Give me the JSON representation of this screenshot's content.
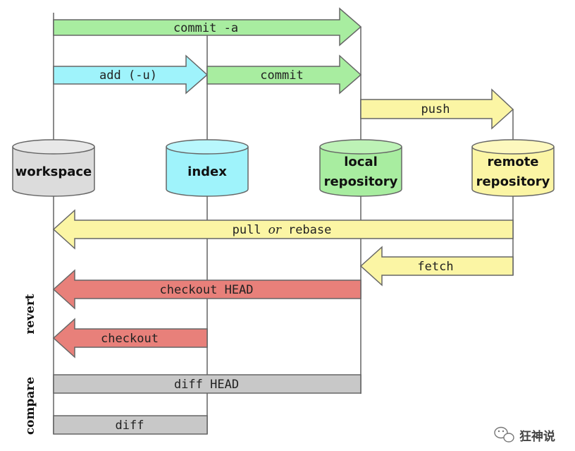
{
  "stores": {
    "workspace": "workspace",
    "index": "index",
    "local_line1": "local",
    "local_line2": "repository",
    "remote_line1": "remote",
    "remote_line2": "repository"
  },
  "arrows": {
    "commit_a": "commit -a",
    "add_u": "add (-u)",
    "commit": "commit",
    "push": "push",
    "pull": "pull",
    "or": "or",
    "rebase": "rebase",
    "fetch": "fetch",
    "checkout_head": "checkout HEAD",
    "checkout": "checkout"
  },
  "bars": {
    "diff_head": "diff HEAD",
    "diff": "diff"
  },
  "side_labels": {
    "revert": "revert",
    "compare": "compare"
  },
  "watermark": "狂神说",
  "colors": {
    "green": "#a8eda0",
    "cyan": "#9ff3fb",
    "yellow": "#fbf5a4",
    "red": "#e8807a",
    "gray_bar": "#c8c8c8",
    "workspace_fill": "#dcdcdc",
    "index_fill": "#9ff3fb",
    "local_fill": "#a8eda0",
    "remote_fill": "#fbf5a4"
  },
  "icons": {
    "watermark_logo": "wechat-icon"
  }
}
